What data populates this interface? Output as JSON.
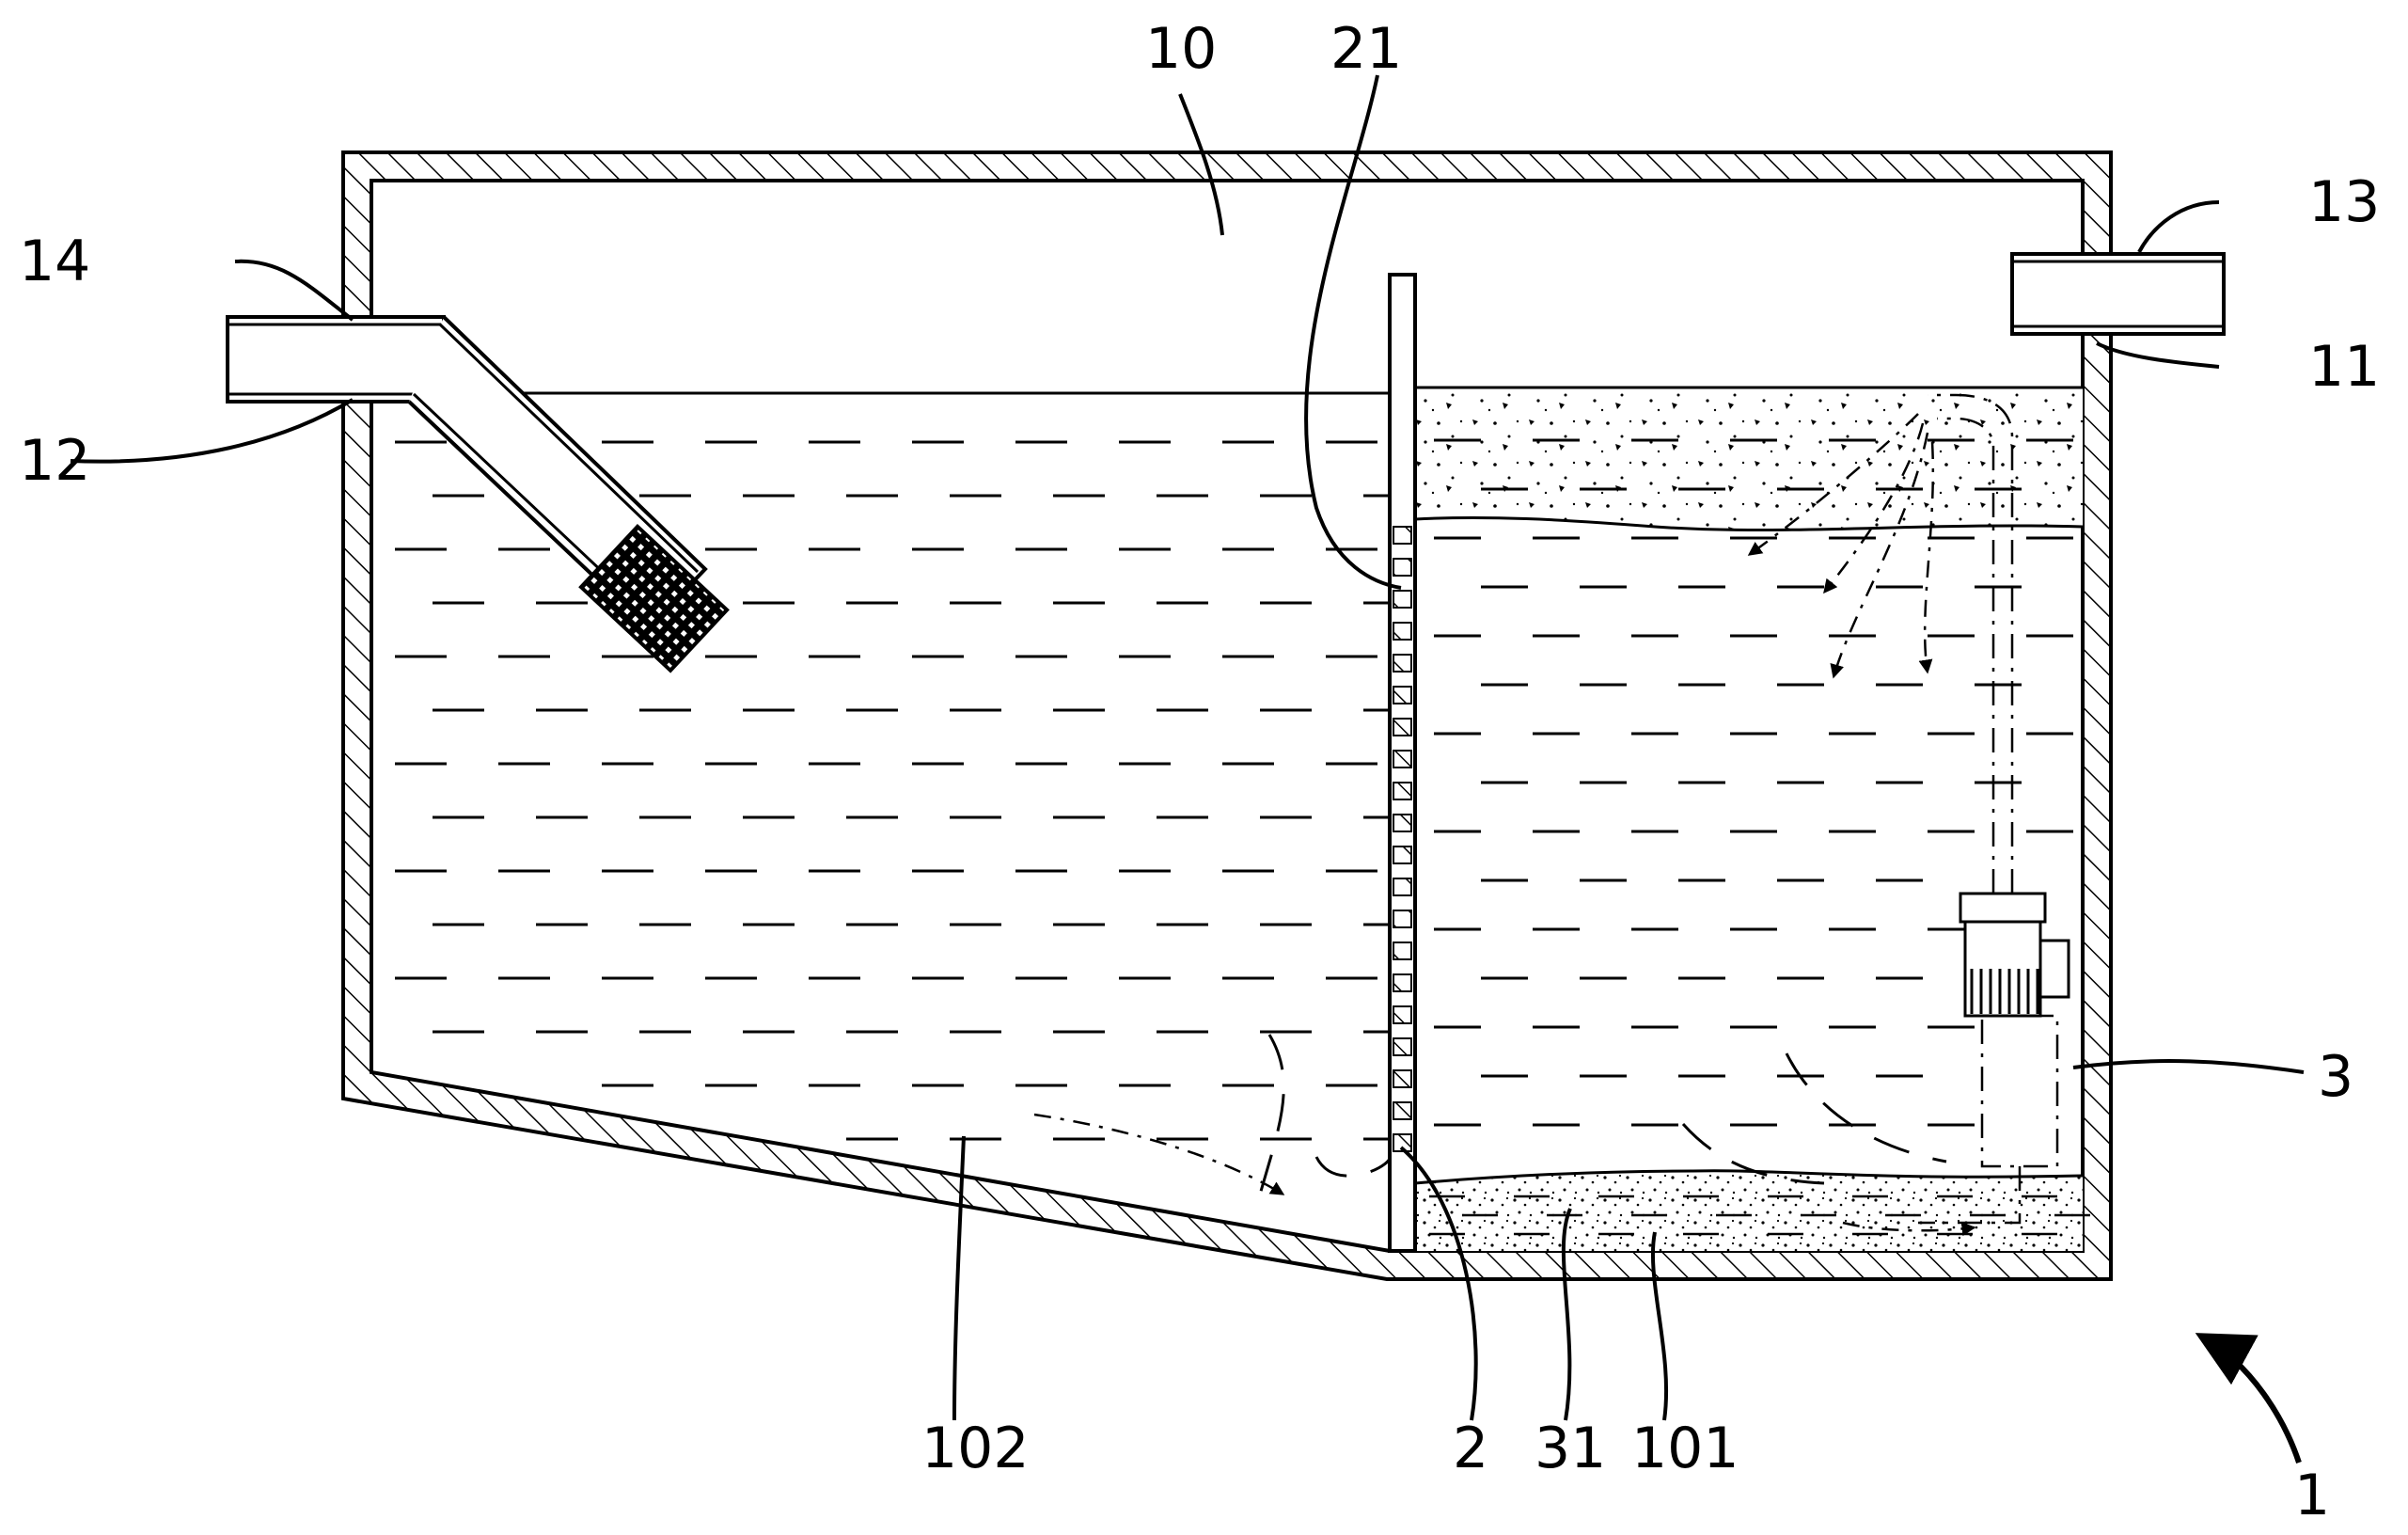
{
  "labels": {
    "n10": "10",
    "n21": "21",
    "n13": "13",
    "n14": "14",
    "n11": "11",
    "n12": "12",
    "n3": "3",
    "n102": "102",
    "n2": "2",
    "n31": "31",
    "n101": "101",
    "n1": "1"
  }
}
